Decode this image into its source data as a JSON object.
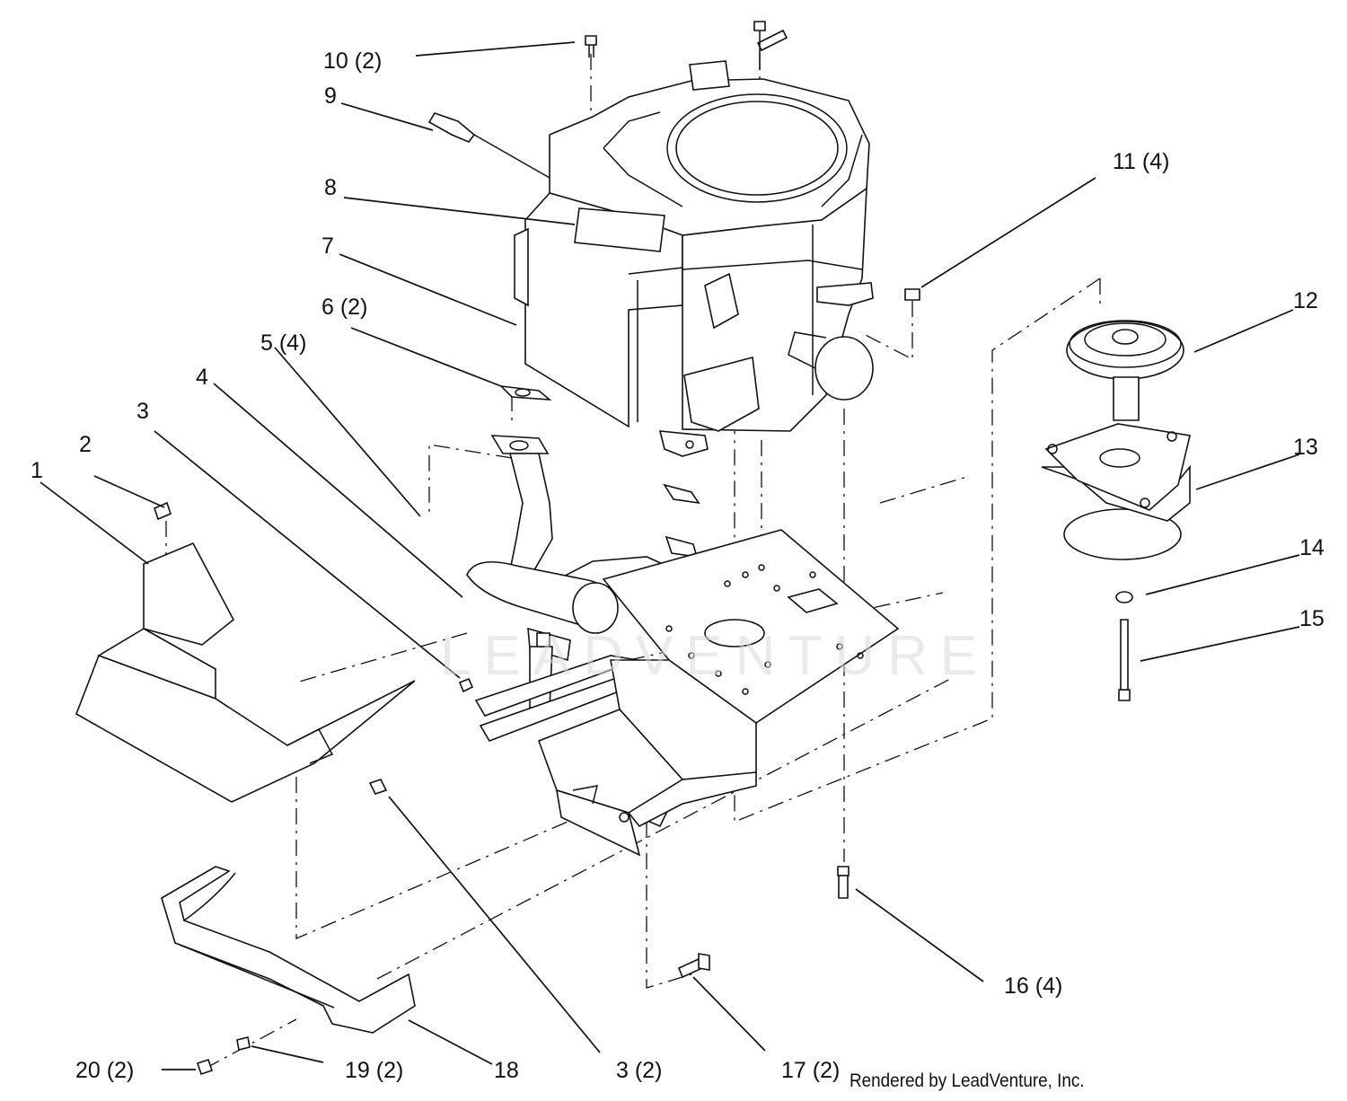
{
  "callouts": [
    {
      "id": "1",
      "text": "1"
    },
    {
      "id": "2",
      "text": "2"
    },
    {
      "id": "3",
      "text": "3"
    },
    {
      "id": "3b",
      "text": "3 (2)"
    },
    {
      "id": "4",
      "text": "4"
    },
    {
      "id": "5",
      "text": "5 (4)"
    },
    {
      "id": "6",
      "text": "6 (2)"
    },
    {
      "id": "7",
      "text": "7"
    },
    {
      "id": "8",
      "text": "8"
    },
    {
      "id": "9",
      "text": "9"
    },
    {
      "id": "10",
      "text": "10 (2)"
    },
    {
      "id": "11",
      "text": "11 (4)"
    },
    {
      "id": "12",
      "text": "12"
    },
    {
      "id": "13",
      "text": "13"
    },
    {
      "id": "14",
      "text": "14"
    },
    {
      "id": "15",
      "text": "15"
    },
    {
      "id": "16",
      "text": "16 (4)"
    },
    {
      "id": "17",
      "text": "17 (2)"
    },
    {
      "id": "18",
      "text": "18"
    },
    {
      "id": "19",
      "text": "19 (2)"
    },
    {
      "id": "20",
      "text": "20 (2)"
    }
  ],
  "credit": "Rendered by LeadVenture, Inc.",
  "watermark": "LEADVENTURE"
}
